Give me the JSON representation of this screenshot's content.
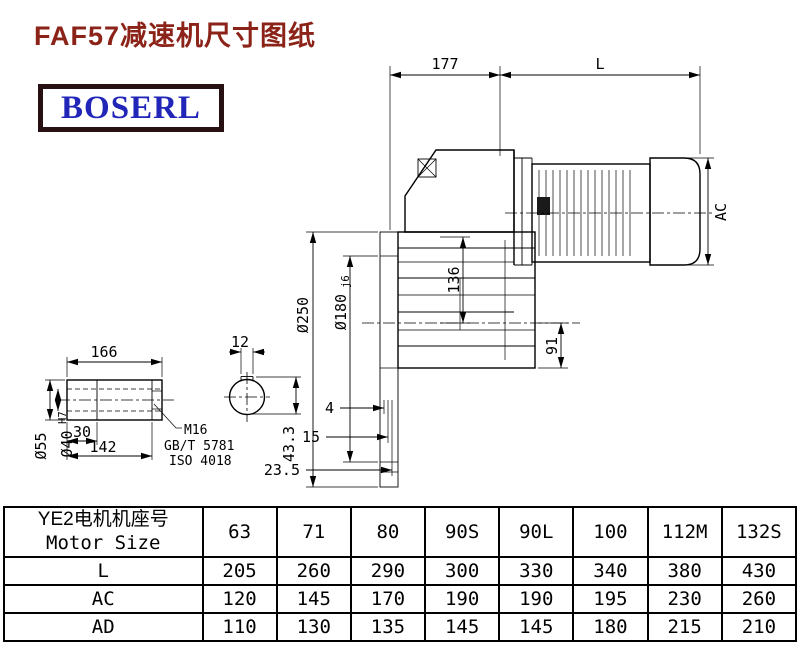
{
  "colors": {
    "title": "#8b2318",
    "logo-text": "#2126b8",
    "logo-border": "#271011",
    "line": "#000000"
  },
  "header": {
    "title": "FAF57减速机尺寸图纸",
    "logo": "BOSERL"
  },
  "drawing": {
    "top_dims": {
      "d177": "177",
      "dL": "L"
    },
    "right_dims": {
      "ac": "AC"
    },
    "left_dims": {
      "d250": "Ø250",
      "d180": "Ø180",
      "d180_fit": "j6"
    },
    "inner_dims": {
      "d136": "136",
      "d91": "91"
    },
    "bottom_dims": {
      "d4": "4",
      "d15": "15",
      "d23_5": "23.5",
      "d43_3": "43.3"
    },
    "shaft_detail": {
      "len": "166",
      "key_w": "12",
      "step": "30",
      "len2": "142",
      "od": "Ø55",
      "bore": "Ø40",
      "bore_fit": "H7",
      "thread": "M16",
      "std1": "GB/T 5781",
      "std2": "ISO 4018"
    }
  },
  "table": {
    "row_header_cn": "YE2电机机座号",
    "row_header_en": "Motor Size",
    "motor_sizes": [
      "63",
      "71",
      "80",
      "90S",
      "90L",
      "100",
      "112M",
      "132S"
    ],
    "rows": [
      {
        "label": "L",
        "values": [
          "205",
          "260",
          "290",
          "300",
          "330",
          "340",
          "380",
          "430"
        ]
      },
      {
        "label": "AC",
        "values": [
          "120",
          "145",
          "170",
          "190",
          "190",
          "195",
          "230",
          "260"
        ]
      },
      {
        "label": "AD",
        "values": [
          "110",
          "130",
          "135",
          "145",
          "145",
          "180",
          "215",
          "210"
        ]
      }
    ]
  }
}
